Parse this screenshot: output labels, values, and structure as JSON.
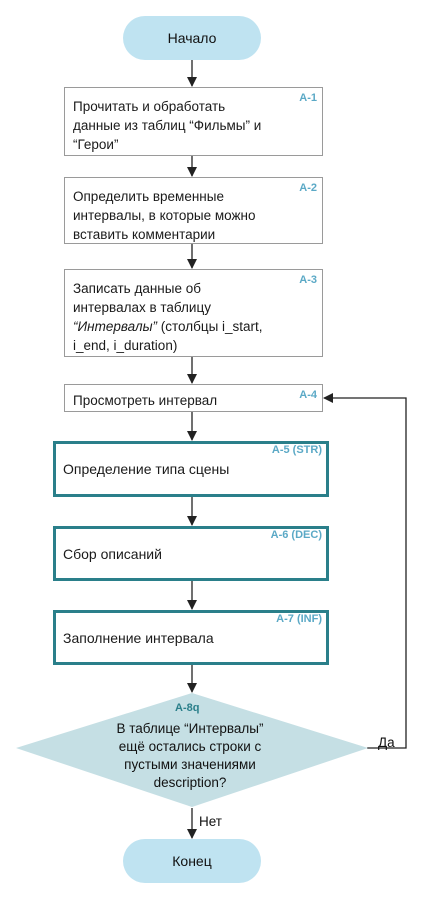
{
  "flowchart": {
    "start": "Начало",
    "end": "Конец",
    "a1": {
      "id": "A-1",
      "line1": "Прочитать и обработать",
      "line2": "данные из таблиц “Фильмы” и",
      "line3": "“Герои”"
    },
    "a2": {
      "id": "A-2",
      "line1": "Определить временные",
      "line2": "интервалы, в которые можно",
      "line3": "вставить комментарии"
    },
    "a3": {
      "id": "A-3",
      "line1": "Записать данные об",
      "line2": "интервалах в таблицу",
      "line3_italic": "“Интервалы”",
      "line3_rest": " (столбцы i_start,",
      "line4": "i_end, i_duration)"
    },
    "a4": {
      "id": "A-4",
      "text": "Просмотреть интервал"
    },
    "a5": {
      "id": "A-5 (STR)",
      "text": "Определение типа сцены"
    },
    "a6": {
      "id": "A-6 (DEC)",
      "text": "Сбор описаний"
    },
    "a7": {
      "id": "A-7 (INF)",
      "text": "Заполнение интервала"
    },
    "decision": {
      "id": "A-8q",
      "line1": "В таблице “Интервалы”",
      "line2": "ещё остались строки с",
      "line3": "пустыми значениями",
      "line4": "description?"
    },
    "yes_label": "Да",
    "no_label": "Нет"
  },
  "colors": {
    "terminal_fill": "#bfe3f1",
    "decision_fill": "#c5dfe4",
    "subprocess_border": "#2a7f8a",
    "id_label": "#5ba9c6"
  }
}
